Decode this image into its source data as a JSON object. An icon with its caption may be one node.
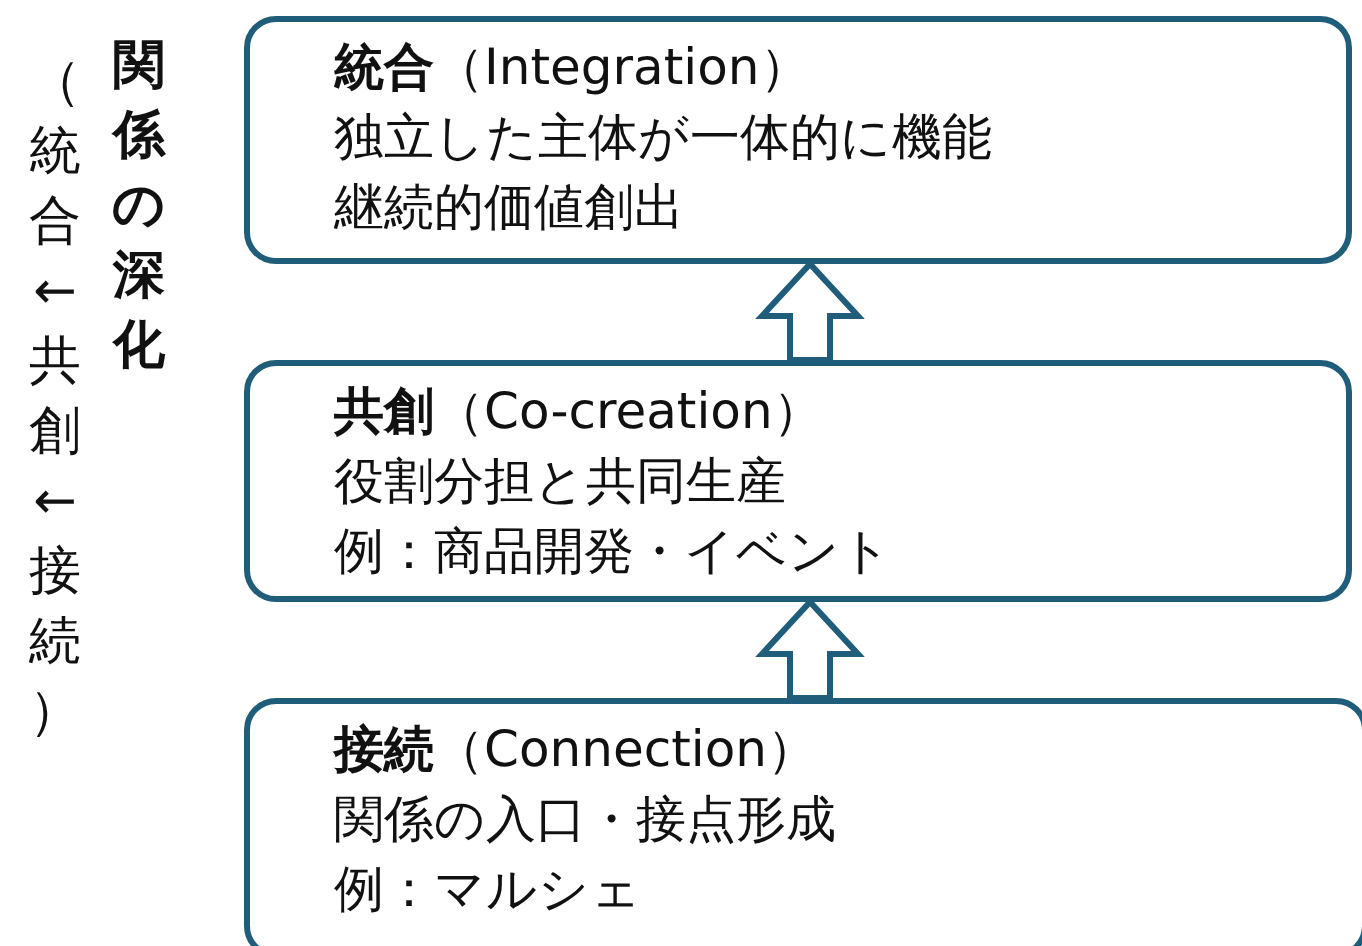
{
  "diagram": {
    "nodes": [
      {
        "text": [
          "**統合**（Integration）",
          "独立した主体が一体的に機能",
          "継続的価値創出"
        ]
      },
      {
        "text": [
          "**共創**（Co-creation）",
          "役割分担と共同生産",
          "例：商品開発・イベント"
        ]
      },
      {
        "text": [
          "**接続**（Connection）",
          "関係の入口・接点形成",
          "例：マルシェ"
        ]
      }
    ],
    "edges": [
      {
        "from": 1,
        "to": 0,
        "arrow": "to"
      },
      {
        "from": 2,
        "to": 1,
        "arrow": "to"
      }
    ],
    "labels": [
      "関係の深化",
      "（統合←共創←接続）"
    ]
  }
}
